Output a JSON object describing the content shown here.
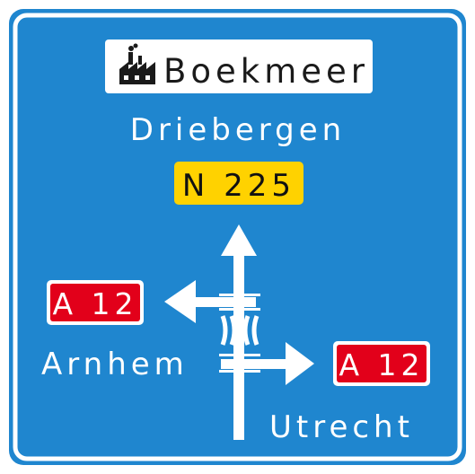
{
  "sign": {
    "background_color": "#1f86cf",
    "border_color": "#ffffff",
    "top_destination": {
      "icon": "factory-icon",
      "label": "Boekmeer",
      "panel_color": "#ffffff",
      "text_color": "#1a1a1a"
    },
    "ahead_destination": "Driebergen",
    "route_shield": {
      "label": "N 225",
      "color": "#ffd200",
      "text_color": "#111111"
    },
    "left_exit": {
      "route_label": "A 12",
      "route_color": "#e2001a",
      "destination": "Arnhem"
    },
    "right_exit": {
      "route_label": "A 12",
      "route_color": "#e2001a",
      "destination": "Utrecht"
    }
  }
}
